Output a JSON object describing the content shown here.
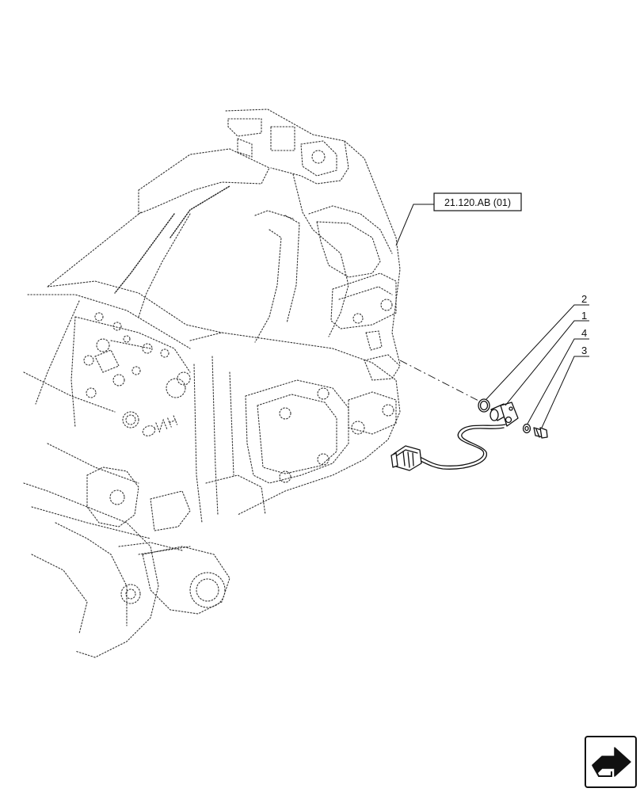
{
  "reference": {
    "label": "21.120.AB (01)"
  },
  "callouts": [
    {
      "id": "2",
      "label": "2",
      "part": "o-ring"
    },
    {
      "id": "1",
      "label": "1",
      "part": "speed-sensor"
    },
    {
      "id": "4",
      "label": "4",
      "part": "washer"
    },
    {
      "id": "3",
      "label": "3",
      "part": "bolt"
    }
  ],
  "housing_logo": {
    "text": "CNH"
  },
  "nav_icon": {
    "name": "next-page-arrow-icon"
  }
}
